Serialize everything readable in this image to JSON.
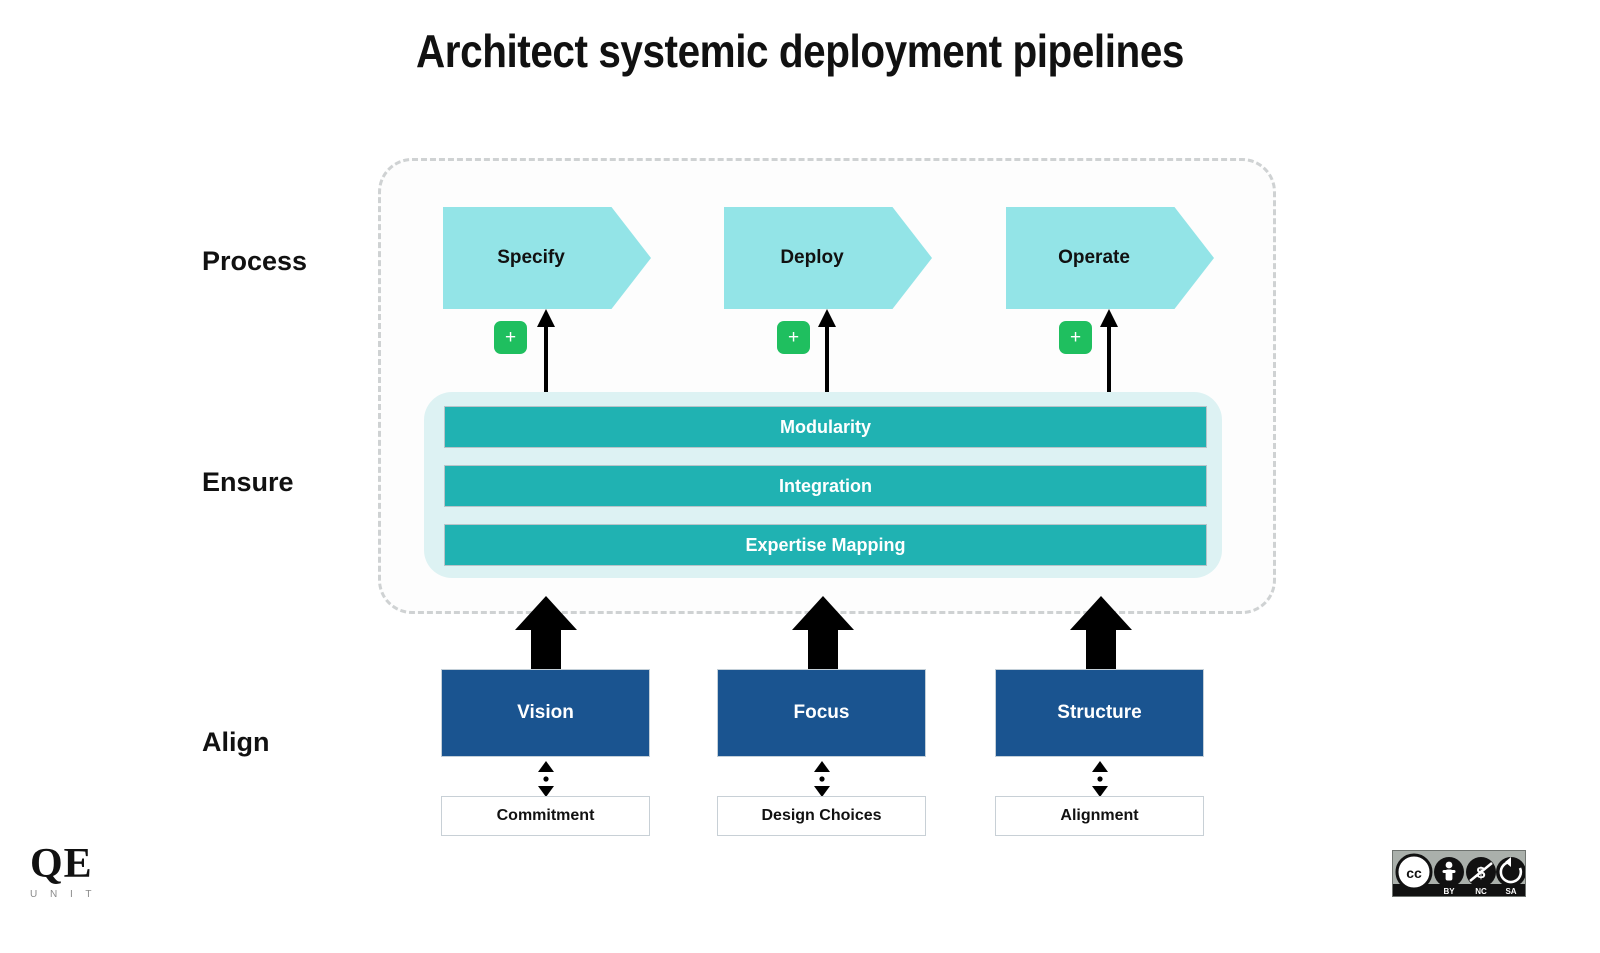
{
  "page": {
    "title": "Architect systemic deployment pipelines",
    "background": "#ffffff"
  },
  "colors": {
    "chevron_fill": "#93e4e7",
    "ensure_bar_fill": "#20b2b2",
    "ensure_container_fill": "#ddf2f3",
    "align_box_fill": "#1a5490",
    "plus_button_fill": "#1fbf5f",
    "dashed_border": "#cfd2d3",
    "text_dark": "#111111",
    "text_light": "#ffffff"
  },
  "rows": {
    "process": {
      "label": "Process"
    },
    "ensure": {
      "label": "Ensure"
    },
    "align": {
      "label": "Align"
    }
  },
  "process": {
    "steps": [
      {
        "label": "Specify",
        "add_label": "+",
        "icon": "plus-icon"
      },
      {
        "label": "Deploy",
        "add_label": "+",
        "icon": "plus-icon"
      },
      {
        "label": "Operate",
        "add_label": "+",
        "icon": "plus-icon"
      }
    ]
  },
  "ensure": {
    "bars": [
      {
        "label": "Modularity"
      },
      {
        "label": "Integration"
      },
      {
        "label": "Expertise Mapping"
      }
    ]
  },
  "align": {
    "columns": [
      {
        "box": "Vision",
        "caption": "Commitment"
      },
      {
        "box": "Focus",
        "caption": "Design Choices"
      },
      {
        "box": "Structure",
        "caption": "Alignment"
      }
    ]
  },
  "branding": {
    "logo_mark": "QE",
    "logo_sub": "U N I T"
  },
  "license": {
    "badge": "cc-by-nc-sa-badge",
    "terms": [
      "CC",
      "BY",
      "NC",
      "SA"
    ]
  }
}
